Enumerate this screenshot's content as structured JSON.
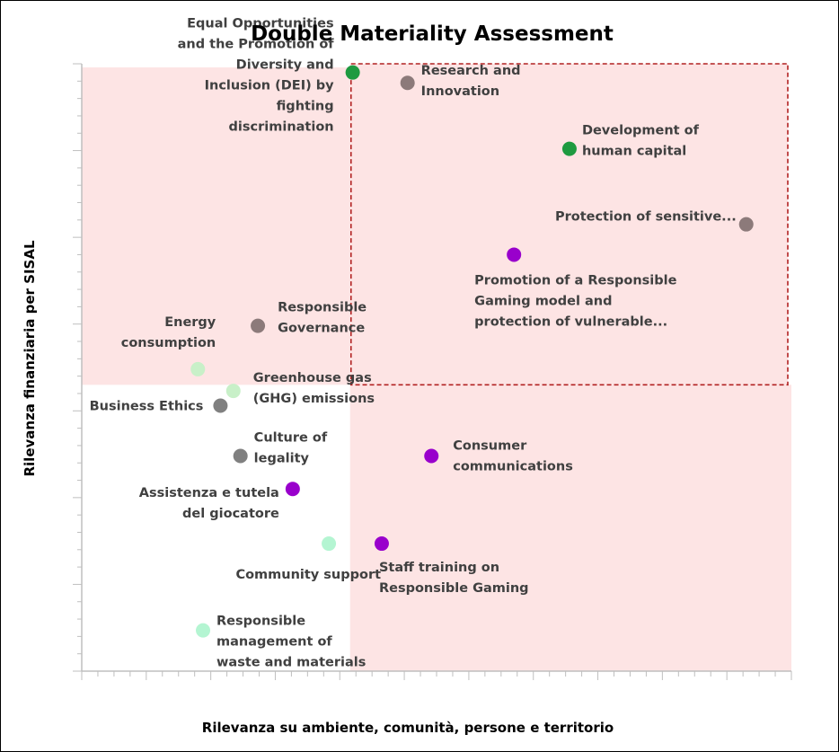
{
  "chart_data": {
    "type": "scatter",
    "title": "Double Materiality Assessment",
    "xlabel": "Rilevanza su ambiente, comunità, persone e territorio",
    "ylabel": "Rilevanza finanziaria  per SISAL",
    "xlim": [
      0,
      11
    ],
    "ylim": [
      0,
      7
    ],
    "grid": false,
    "legend": "none",
    "colors": {
      "dark_green": "#1e9a40",
      "gray": "#808080",
      "taupe": "#8c7a7a",
      "purple": "#9900cc",
      "light_green": "#c8f0c8",
      "mint": "#b4f5d2",
      "quadrant_fill": "#fde4e4",
      "dashed_border": "#b22222"
    },
    "quadrants": {
      "x_threshold": 4.16,
      "y_threshold": 3.3
    },
    "points": [
      {
        "label": [
          "Equal Opportunities",
          "and the Promotion of",
          "Diversity and",
          "Inclusion (DEI) by",
          "fighting",
          "discrimination"
        ],
        "x": 4.2,
        "y": 6.9,
        "color": "#1e9a40"
      },
      {
        "label": [
          "Research and",
          "Innovation"
        ],
        "x": 5.05,
        "y": 6.78,
        "color": "#8c7a7a"
      },
      {
        "label": [
          "Development of",
          "human capital"
        ],
        "x": 7.56,
        "y": 6.02,
        "color": "#1e9a40"
      },
      {
        "label": [
          "Protection of sensitive..."
        ],
        "x": 10.3,
        "y": 5.15,
        "color": "#8c7a7a"
      },
      {
        "label": [
          "Promotion of a Responsible",
          "Gaming model and",
          "protection of vulnerable..."
        ],
        "x": 6.7,
        "y": 4.8,
        "color": "#9900cc"
      },
      {
        "label": [
          "Responsible",
          "Governance"
        ],
        "x": 2.73,
        "y": 3.98,
        "color": "#8c7a7a"
      },
      {
        "label": [
          "Energy",
          "consumption"
        ],
        "x": 1.8,
        "y": 3.48,
        "color": "#c8f0c8"
      },
      {
        "label": [
          "Greenhouse gas",
          "(GHG) emissions"
        ],
        "x": 2.35,
        "y": 3.23,
        "color": "#c8f0c8"
      },
      {
        "label": [
          "Business Ethics"
        ],
        "x": 2.15,
        "y": 3.06,
        "color": "#808080"
      },
      {
        "label": [
          "Culture of",
          "legality"
        ],
        "x": 2.46,
        "y": 2.48,
        "color": "#808080"
      },
      {
        "label": [
          "Consumer",
          "communications"
        ],
        "x": 5.42,
        "y": 2.48,
        "color": "#9900cc"
      },
      {
        "label": [
          "Assistenza e tutela",
          "del giocatore"
        ],
        "x": 3.27,
        "y": 2.1,
        "color": "#9900cc"
      },
      {
        "label": [
          "Community support"
        ],
        "x": 3.83,
        "y": 1.47,
        "color": "#b4f5d2"
      },
      {
        "label": [
          "Staff training on",
          "Responsible Gaming"
        ],
        "x": 4.65,
        "y": 1.47,
        "color": "#9900cc"
      },
      {
        "label": [
          "Responsible",
          "management of",
          "waste and materials"
        ],
        "x": 1.88,
        "y": 0.47,
        "color": "#b4f5d2"
      }
    ]
  }
}
